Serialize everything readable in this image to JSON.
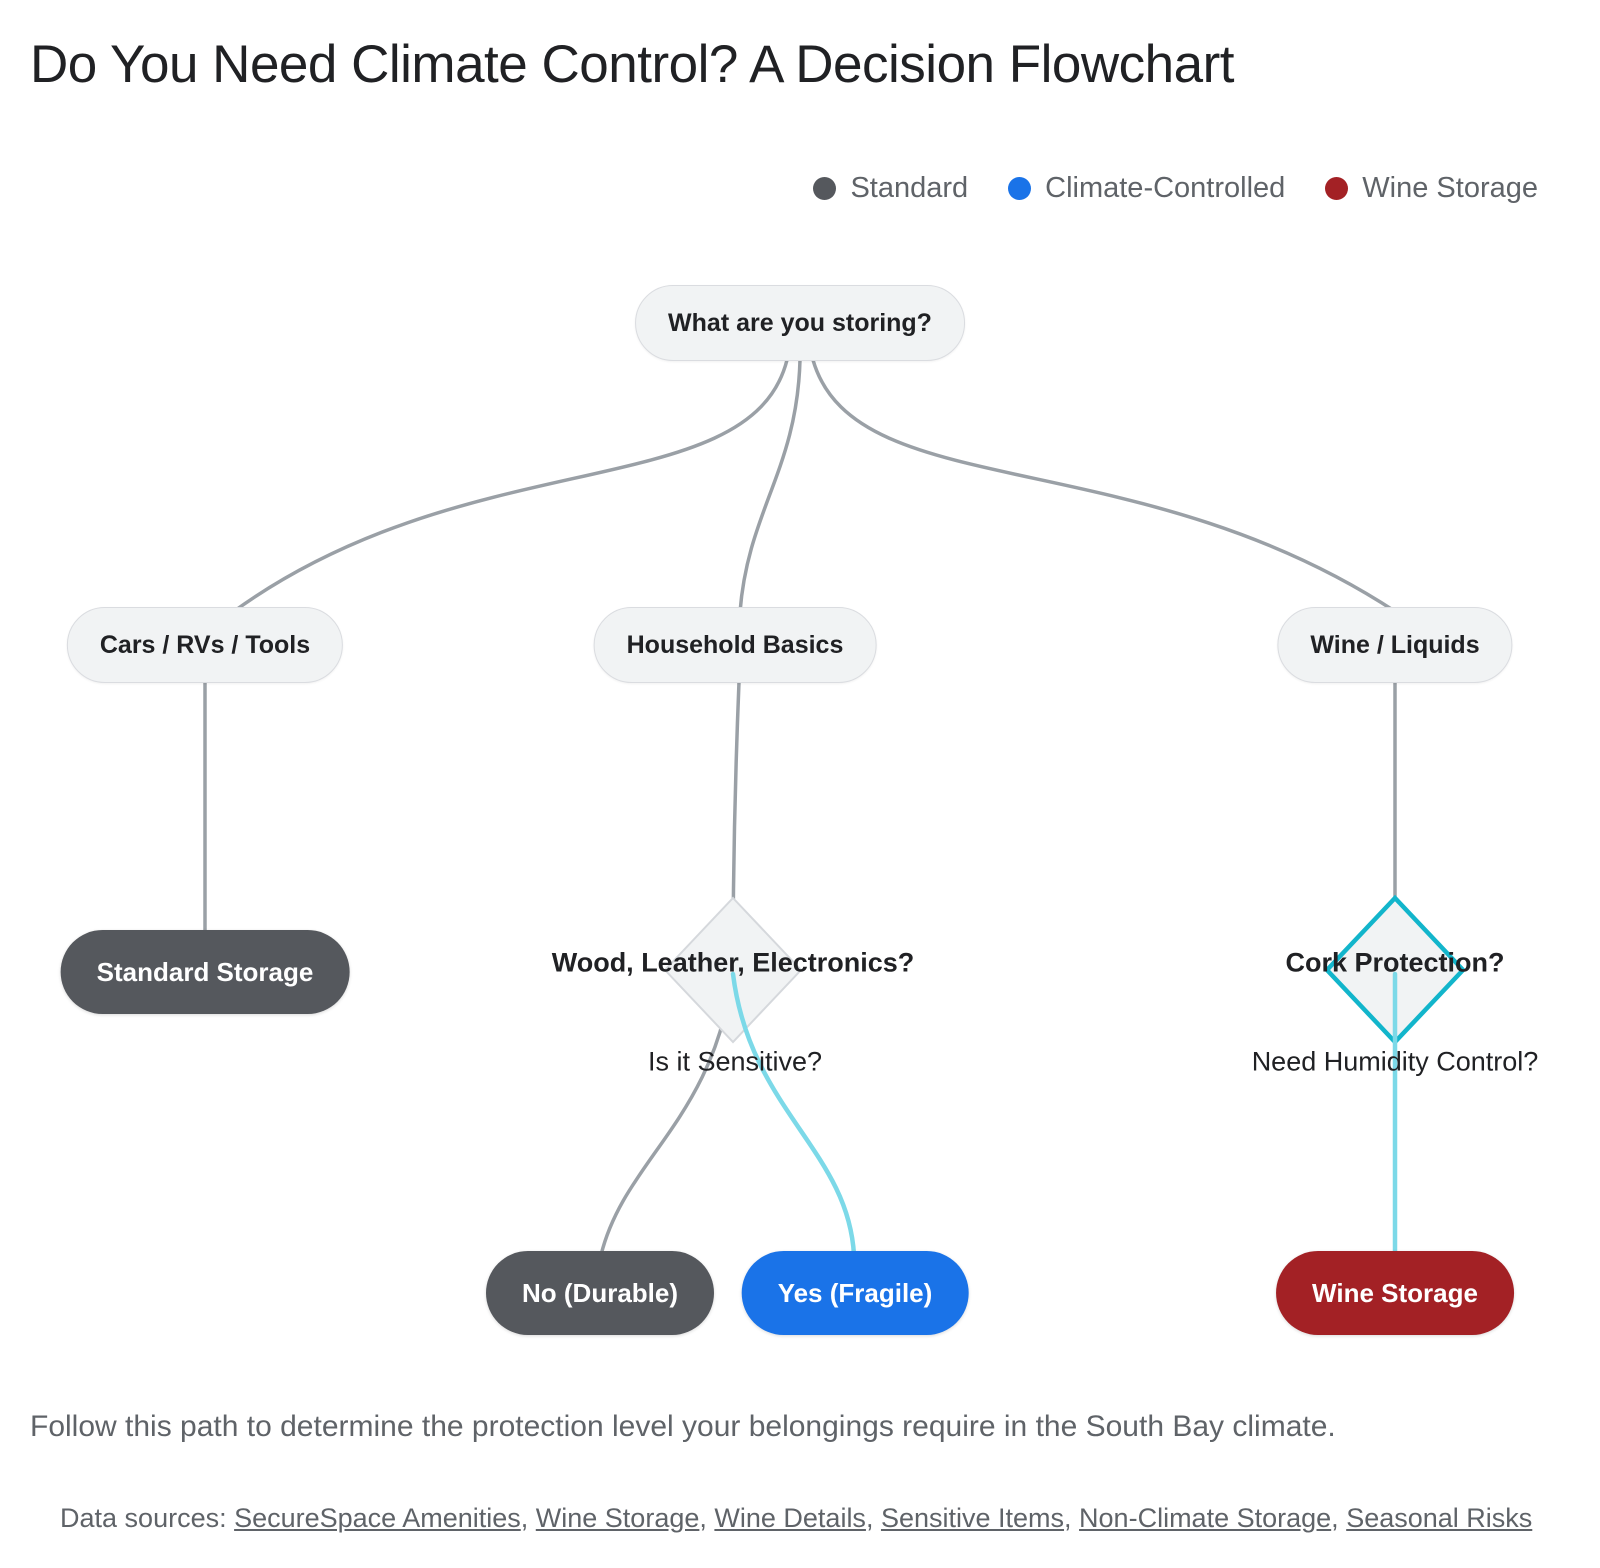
{
  "title": "Do You Need Climate Control? A Decision Flowchart",
  "legend": {
    "items": [
      {
        "label": "Standard",
        "color": "#55585d"
      },
      {
        "label": "Climate-Controlled",
        "color": "#1a73e8"
      },
      {
        "label": "Wine Storage",
        "color": "#a32125"
      }
    ]
  },
  "flowchart": {
    "root": "What are you storing?",
    "branch_cars": "Cars / RVs / Tools",
    "branch_household": "Household Basics",
    "branch_wine": "Wine / Liquids",
    "outcome_standard": "Standard Storage",
    "decision_sensitive_question": "Wood, Leather, Electronics?",
    "decision_sensitive_caption": "Is it Sensitive?",
    "decision_cork_question": "Cork Protection?",
    "decision_cork_caption": "Need Humidity Control?",
    "outcome_no_durable": "No (Durable)",
    "outcome_yes_fragile": "Yes (Fragile)",
    "outcome_wine_storage": "Wine Storage"
  },
  "colors": {
    "standard_fill": "#55585d",
    "climate_fill": "#1a73e8",
    "wine_fill": "#a32125",
    "edge_gray": "#9aa0a6",
    "edge_highlight": "#7cd9e8",
    "decision_highlight_border": "#12b5cb",
    "node_fill": "#f1f3f4",
    "node_border": "#d5d8dc"
  },
  "footer": {
    "caption": "Follow this path to determine the protection level your belongings require in the South Bay climate.",
    "sources_prefix": "Data sources: ",
    "sources_separator": ", ",
    "sources": [
      "SecureSpace Amenities",
      "Wine Storage",
      "Wine Details",
      "Sensitive Items",
      "Non-Climate Storage",
      "Seasonal Risks"
    ]
  }
}
